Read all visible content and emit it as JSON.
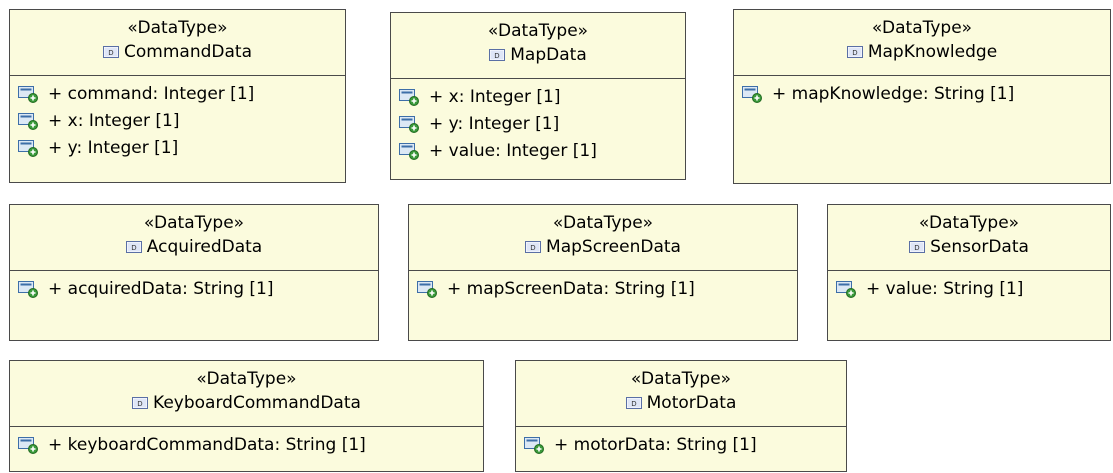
{
  "diagram": {
    "classes": [
      {
        "stereotype": "«DataType»",
        "name": "CommandData",
        "attributes": [
          "+ command: Integer [1]",
          "+ x: Integer [1]",
          "+ y: Integer [1]"
        ]
      },
      {
        "stereotype": "«DataType»",
        "name": "MapData",
        "attributes": [
          "+ x: Integer [1]",
          "+ y: Integer [1]",
          "+ value: Integer [1]"
        ]
      },
      {
        "stereotype": "«DataType»",
        "name": "MapKnowledge",
        "attributes": [
          "+ mapKnowledge: String [1]"
        ]
      },
      {
        "stereotype": "«DataType»",
        "name": "AcquiredData",
        "attributes": [
          "+ acquiredData: String [1]"
        ]
      },
      {
        "stereotype": "«DataType»",
        "name": "MapScreenData",
        "attributes": [
          "+ mapScreenData: String [1]"
        ]
      },
      {
        "stereotype": "«DataType»",
        "name": "SensorData",
        "attributes": [
          "+ value: String [1]"
        ]
      },
      {
        "stereotype": "«DataType»",
        "name": "KeyboardCommandData",
        "attributes": [
          "+ keyboardCommandData: String [1]"
        ]
      },
      {
        "stereotype": "«DataType»",
        "name": "MotorData",
        "attributes": [
          "+ motorData: String [1]"
        ]
      }
    ]
  }
}
